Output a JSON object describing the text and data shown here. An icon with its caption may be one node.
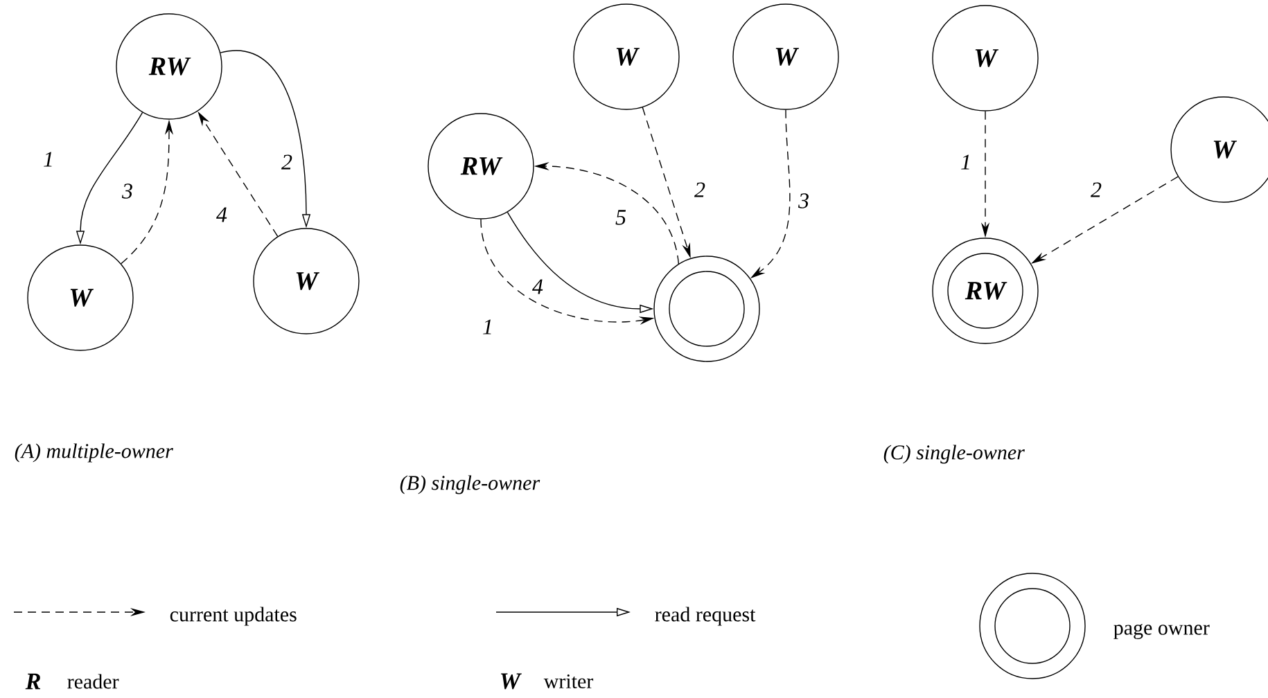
{
  "diagram": {
    "nodes": [
      {
        "text": [
          "RW"
        ]
      },
      {
        "text": [
          "W"
        ]
      },
      {
        "text": [
          "W"
        ]
      },
      {
        "text": [
          "W"
        ]
      },
      {
        "text": [
          "W"
        ]
      },
      {
        "text": [
          "RW"
        ]
      },
      {
        "text": [],
        "shape": "circle"
      },
      {
        "text": [
          "W"
        ]
      },
      {
        "text": [
          "W"
        ]
      },
      {
        "text": [
          "RW"
        ]
      },
      {
        "text": [],
        "shape": "circle"
      }
    ],
    "edges": [
      {
        "from": 0,
        "to": 1,
        "arrow": "to",
        "label": "1"
      },
      {
        "from": 1,
        "to": 0,
        "arrow": "to",
        "label": "3",
        "style": "dashed"
      },
      {
        "from": 0,
        "to": 2,
        "arrow": "to",
        "label": "2"
      },
      {
        "from": 2,
        "to": 0,
        "arrow": "to",
        "label": "4",
        "style": "dashed"
      },
      {
        "from": 5,
        "to": 6,
        "arrow": "to",
        "label": "1",
        "style": "dashed"
      },
      {
        "from": 3,
        "to": 6,
        "arrow": "to",
        "label": "2",
        "style": "dashed"
      },
      {
        "from": 4,
        "to": 6,
        "arrow": "to",
        "label": "3",
        "style": "dashed"
      },
      {
        "from": 5,
        "to": 6,
        "arrow": "to",
        "label": "4"
      },
      {
        "from": 6,
        "to": 5,
        "arrow": "to",
        "label": "5",
        "style": "dashed"
      },
      {
        "from": 7,
        "to": 9,
        "arrow": "to",
        "label": "1",
        "style": "dashed"
      },
      {
        "from": 8,
        "to": 9,
        "arrow": "to",
        "label": "2",
        "style": "dashed"
      }
    ],
    "labels": [
      "(A) multiple-owner",
      "(B) single-owner",
      "(C) single-owner",
      "R",
      "reader",
      "W",
      "writer"
    ],
    "legend": [
      {
        "text": "current updates"
      },
      {
        "text": "read request"
      },
      {
        "text": "page owner"
      }
    ]
  }
}
